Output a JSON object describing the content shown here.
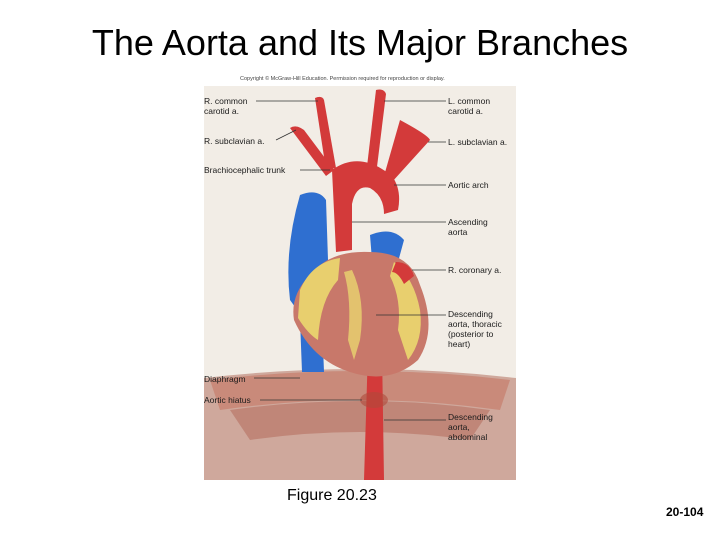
{
  "slide": {
    "title": "The Aorta and Its Major Branches",
    "caption": "Figure 20.23",
    "page_number": "20-104",
    "copyright": "Copyright © McGraw-Hill Education. Permission required for reproduction or display."
  },
  "labels": {
    "r_common_carotid": "R. common\ncarotid a.",
    "r_subclavian": "R. subclavian a.",
    "brachiocephalic": "Brachiocephalic trunk",
    "diaphragm": "Diaphragm",
    "aortic_hiatus": "Aortic hiatus",
    "l_common_carotid": "L. common\ncarotid a.",
    "l_subclavian": "L. subclavian a.",
    "aortic_arch": "Aortic arch",
    "ascending_aorta": "Ascending\naorta",
    "r_coronary": "R. coronary a.",
    "descending_thoracic": "Descending\naorta, thoracic\n(posterior to\nheart)",
    "descending_abdominal": "Descending\naorta,\nabdominal"
  },
  "colors": {
    "artery": "#d33a3a",
    "vein": "#2f6fd0",
    "heart_muscle": "#c8786a",
    "fat": "#e8cf6e",
    "diaphragm": "#c98a7a",
    "background_panel": "#f2ede6"
  }
}
